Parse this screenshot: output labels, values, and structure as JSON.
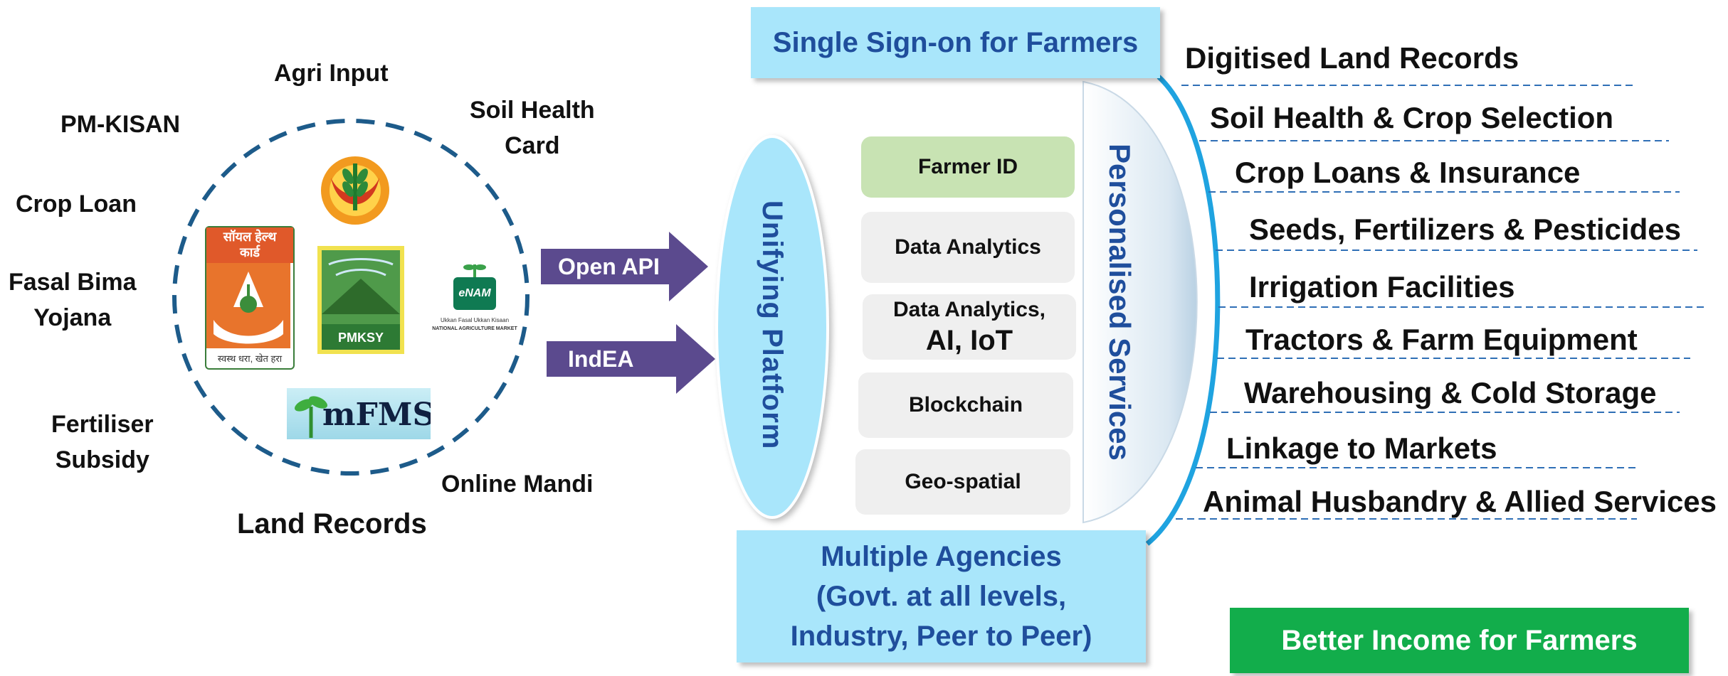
{
  "ecosystem": {
    "agri_input": "Agri Input",
    "pm_kisan": "PM-KISAN",
    "soil_health_line1": "Soil Health",
    "soil_health_line2": "Card",
    "crop_loan": "Crop Loan",
    "fasal_bima_line1": "Fasal Bima",
    "fasal_bima_line2": "Yojana",
    "fertiliser_line1": "Fertiliser",
    "fertiliser_line2": "Subsidy",
    "online_mandi": "Online Mandi",
    "land_records": "Land Records"
  },
  "logos": {
    "soil_card_title_line1": "सॉयल हेल्थ",
    "soil_card_title_line2": "कार्ड",
    "soil_card_motto": "स्वस्थ धरा, खेत हरा",
    "pmksy": "PMKSY",
    "enam": "eNAM",
    "enam_tagline": "Ukkan Fasal Ukkan Kisaan",
    "enam_footer": "NATIONAL AGRICULTURE MARKET",
    "mfms": "mFMS"
  },
  "arrows": {
    "open_api": "Open API",
    "indea": "IndEA"
  },
  "platform": {
    "unifying": "Unifying  Platform",
    "single_sign_on": "Single Sign-on for Farmers",
    "personalised": "Personalised Services",
    "agencies_line1": "Multiple Agencies",
    "agencies_line2": "(Govt. at all levels,",
    "agencies_line3": "Industry, Peer to Peer)"
  },
  "tech_stack": {
    "farmer_id": "Farmer ID",
    "data_analytics": "Data Analytics",
    "data_analytics_ai_line1": "Data Analytics,",
    "data_analytics_ai_line2": "AI, IoT",
    "blockchain": "Blockchain",
    "geo_spatial": "Geo-spatial"
  },
  "services": [
    "Digitised Land Records",
    "Soil Health & Crop Selection",
    "Crop Loans & Insurance",
    "Seeds, Fertilizers & Pesticides",
    "Irrigation Facilities",
    "Tractors & Farm Equipment",
    "Warehousing & Cold Storage",
    "Linkage to Markets",
    "Animal Husbandry & Allied Services"
  ],
  "outcome": "Better Income for Farmers",
  "colors": {
    "light_blue": "#a9e6fb",
    "heading_blue": "#1f4e9c",
    "arrow_purple": "#5b4a8e",
    "farmer_id_green": "#c8e3b3",
    "outcome_green": "#12ad4b",
    "circle_dash": "#1d5b8a",
    "bracket_blue": "#1fa3e0",
    "service_line": "#2f6fb6"
  }
}
